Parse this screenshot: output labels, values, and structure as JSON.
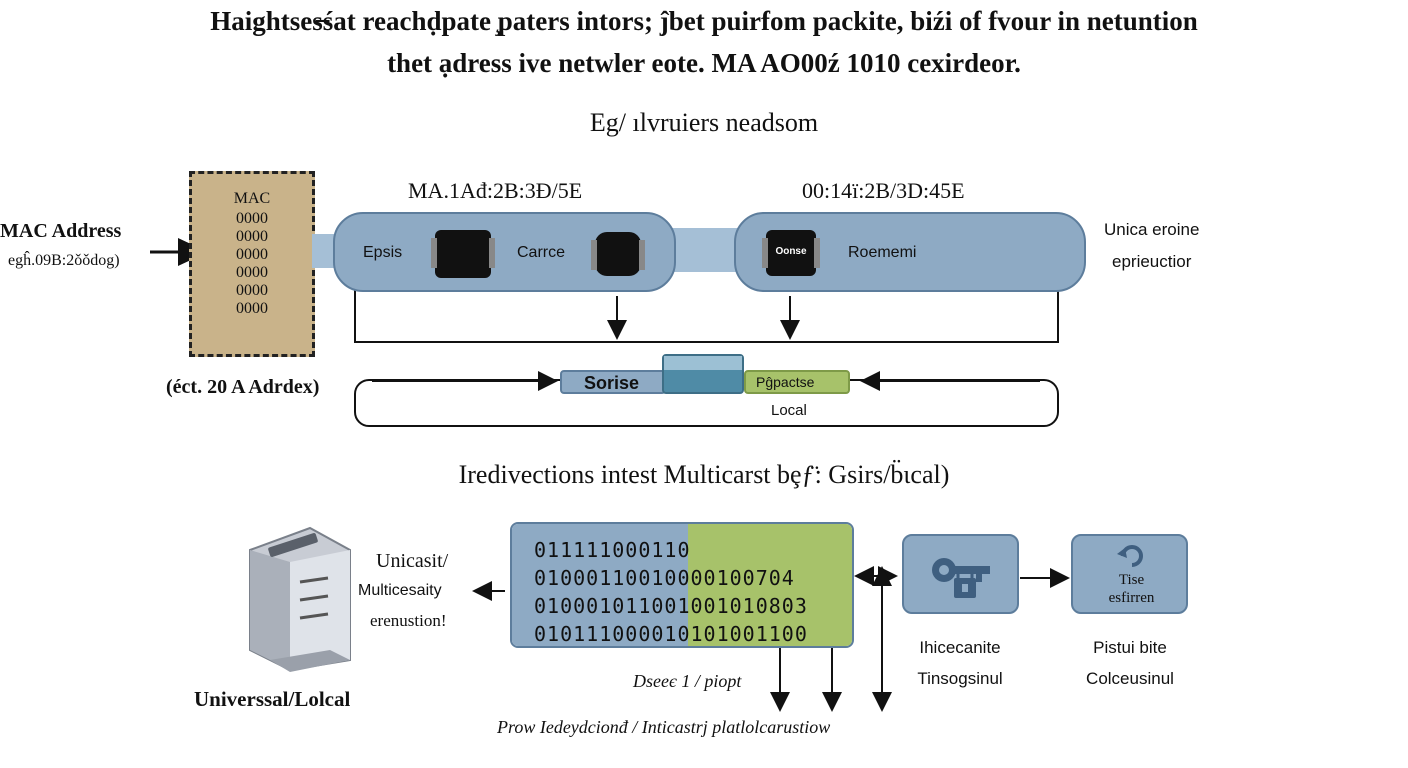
{
  "header": {
    "line1": "Haightses̶śat reachḍpate ̧paters intors; ĵbet puirfom packite, biźi of fvour in netuntion",
    "line2": "thet ạdress ive netwler eote. MA AO00ź 1010 cexirdeor."
  },
  "section1_title": "Eg/ ılvruiers neadsom",
  "mac": {
    "box_label": "MAC",
    "bits": [
      "0000",
      "0000",
      "0000",
      "0000",
      "0000",
      "0000"
    ],
    "left_title": "MAC Address",
    "left_sub": "egĥ.09B:2ǒǒdog)",
    "bottom_caption": "(éct. 20 A Adrdex)"
  },
  "top_addresses": {
    "left": "MA.1Ađ:2B:3Đ/5E",
    "right": "00:14ї:2B/3D:45E"
  },
  "device_pill_left": {
    "label1": "Epsis",
    "label2": "Carrce"
  },
  "device_pill_right": {
    "port_text": "Oonse",
    "label": "Roememi"
  },
  "right_note": {
    "line1": "Unicа eroine",
    "line2": "eprieuctior"
  },
  "lower_bar": {
    "left": "Sorise",
    "right": "Pĝpactse",
    "sub": "Local"
  },
  "section2_title": "Iredivections intest Multicarst bȩƒ̈: Gsirs/b̈ɩcal)",
  "server": {
    "caption1": "Unicasit/",
    "caption2": "Multicesaity",
    "caption3": "erenustion!",
    "bottom": "Universsal/Lolcal"
  },
  "binary_rows": [
    {
      "left": "01111100011",
      "right": "0"
    },
    {
      "left": "01000110010",
      "right": "000100704"
    },
    {
      "left": "01000101100",
      "right": "1001010803"
    },
    {
      "left": "01011100001",
      "right": "0101001100"
    }
  ],
  "binary_caption": "Dseeє 1 / piopt",
  "bottom_caption": "Prow Iedeydcionđ / Inticastrj platlolcarustiow",
  "key_box": {
    "caption1": "Ihicecanite",
    "caption2": "Tinsogsinul"
  },
  "tse_box": {
    "line1": "Tise",
    "line2": "esfirren",
    "caption1": "Pistui bite",
    "caption2": "Colceusinul"
  },
  "colors": {
    "pill": "#8eaac4",
    "green": "#a7c26a",
    "mac_box": "#c9b38a",
    "teal": "#4f8ba6"
  },
  "icons": [
    "arrow-right-icon",
    "ethernet-port-icon",
    "server-icon",
    "key-lock-icon",
    "refresh-icon"
  ]
}
